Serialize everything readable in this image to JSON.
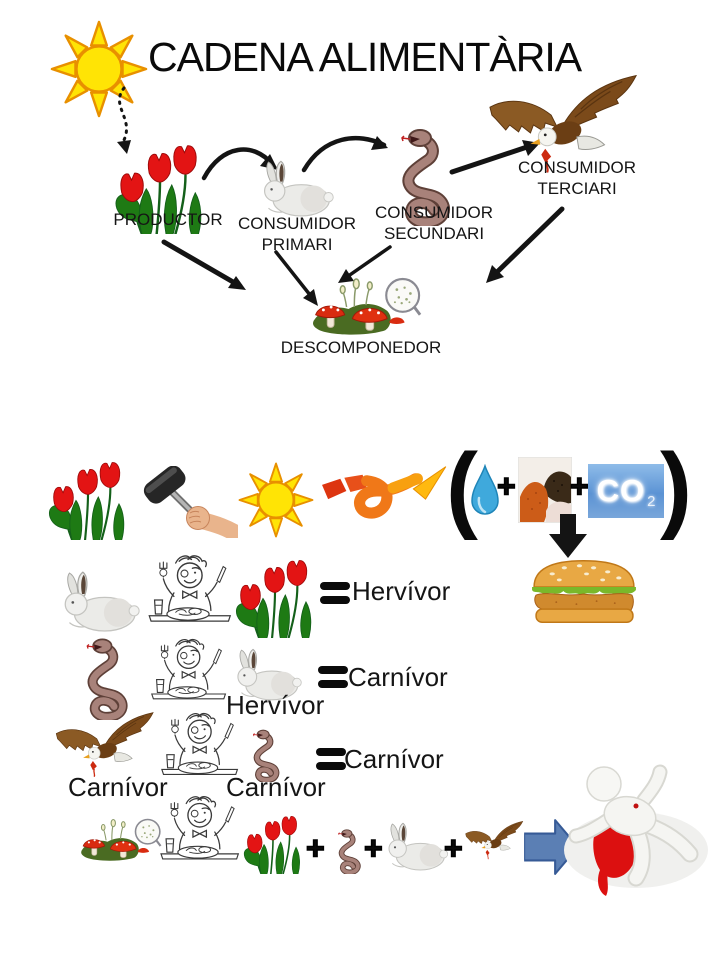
{
  "title": "CADENA ALIMENTÀRIA",
  "food_chain": {
    "productor": "PRODUCTOR",
    "consumidor_primari": "CONSUMIDOR PRIMARI",
    "consumidor_secundari": "CONSUMIDOR SECUNDARI",
    "consumidor_terciari": "CONSUMIDOR TERCIARI",
    "descomponedor": "DESCOMPONEDOR"
  },
  "energy_equation": {
    "open_paren": "(",
    "plus": "+",
    "close_paren": ")",
    "co2_text": "CO",
    "co2_subscript": "2"
  },
  "classification": {
    "equals": "=",
    "row_rabbit_result": "Hervívor",
    "row_snake_prey_label": "Hervívor",
    "row_snake_result": "Carnívor",
    "row_eagle_predator_label": "Carnívor",
    "row_eagle_prey_label": "Carnívor",
    "row_eagle_result": "Carnívor"
  },
  "decomposer_equation": {
    "plus": "+"
  },
  "icons": [
    "sun-icon",
    "tulips-icon",
    "rabbit-icon",
    "snake-icon",
    "eagle-icon",
    "decomposer-mushrooms-icon",
    "magnifier-icon",
    "hand-mallet-icon",
    "energy-ribbon-arrow-icon",
    "water-drop-icon",
    "soil-minerals-icon",
    "co2-sign",
    "hamburger-icon",
    "child-eating-icon",
    "equals-icon",
    "down-arrow-icon",
    "blue-right-arrow-icon",
    "dead-body-icon",
    "dashed-arrow-icon",
    "curved-arrow-icon"
  ],
  "colors": {
    "background": "#FFFFFF",
    "text": "#151515",
    "sun_yellow": "#FFE405",
    "sun_outline": "#E89000",
    "tulip_red": "#E31414",
    "leaf_green": "#1E7A14",
    "snake_body": "#A8827A",
    "eagle_brown": "#7B4A1A",
    "arrow_black": "#141414",
    "ribbon_orange": "#F07818",
    "water_blue": "#3FA9DC",
    "co2_sky": "#5B93D4",
    "blue_arrow": "#5B7FB4",
    "blood_red": "#DC1010"
  }
}
